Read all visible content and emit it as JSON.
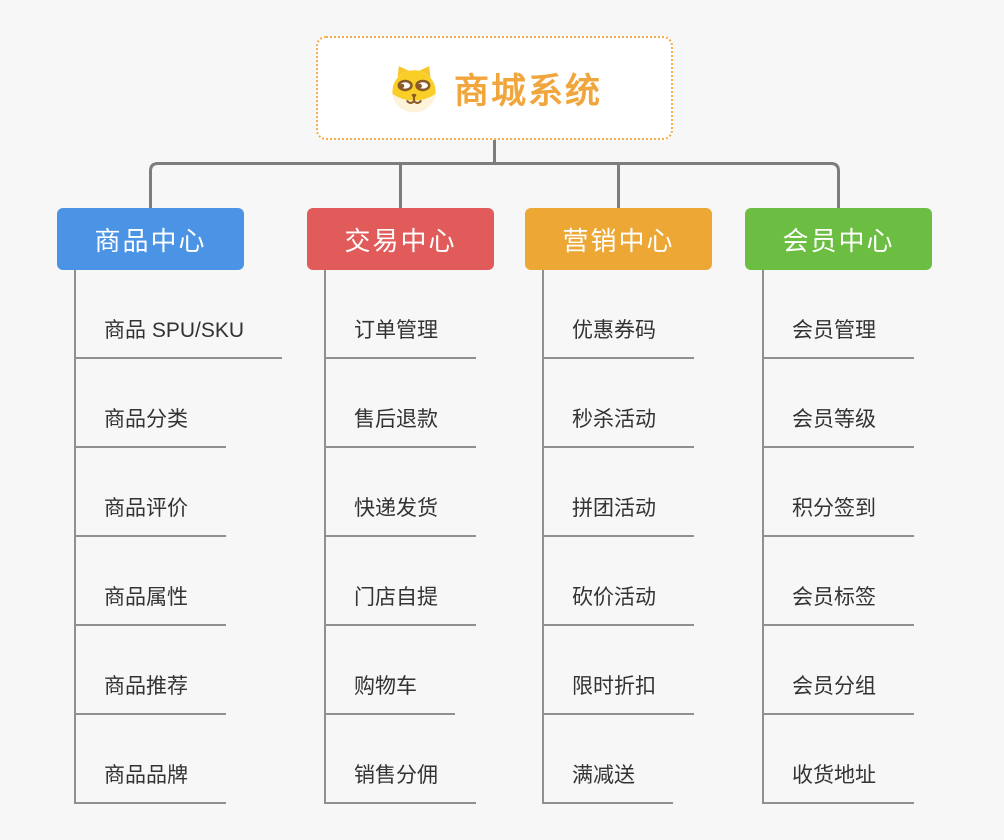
{
  "root": {
    "title": "商城系统",
    "icon": "dog-icon"
  },
  "branches": [
    {
      "label": "商品中心",
      "color": "#4B94E5",
      "items": [
        "商品 SPU/SKU",
        "商品分类",
        "商品评价",
        "商品属性",
        "商品推荐",
        "商品品牌"
      ]
    },
    {
      "label": "交易中心",
      "color": "#E25B5B",
      "items": [
        "订单管理",
        "售后退款",
        "快递发货",
        "门店自提",
        "购物车",
        "销售分佣"
      ]
    },
    {
      "label": "营销中心",
      "color": "#ECA734",
      "items": [
        "优惠券码",
        "秒杀活动",
        "拼团活动",
        "砍价活动",
        "限时折扣",
        "满减送"
      ]
    },
    {
      "label": "会员中心",
      "color": "#6CBE42",
      "items": [
        "会员管理",
        "会员等级",
        "积分签到",
        "会员标签",
        "会员分组",
        "收货地址"
      ]
    }
  ],
  "colors": {
    "background": "#F7F7F8",
    "root_border": "#F3AC4E",
    "root_text": "#F0A63C",
    "connector_line": "#7D7D7D",
    "leaf_line": "#909090",
    "leaf_text": "#333333"
  }
}
